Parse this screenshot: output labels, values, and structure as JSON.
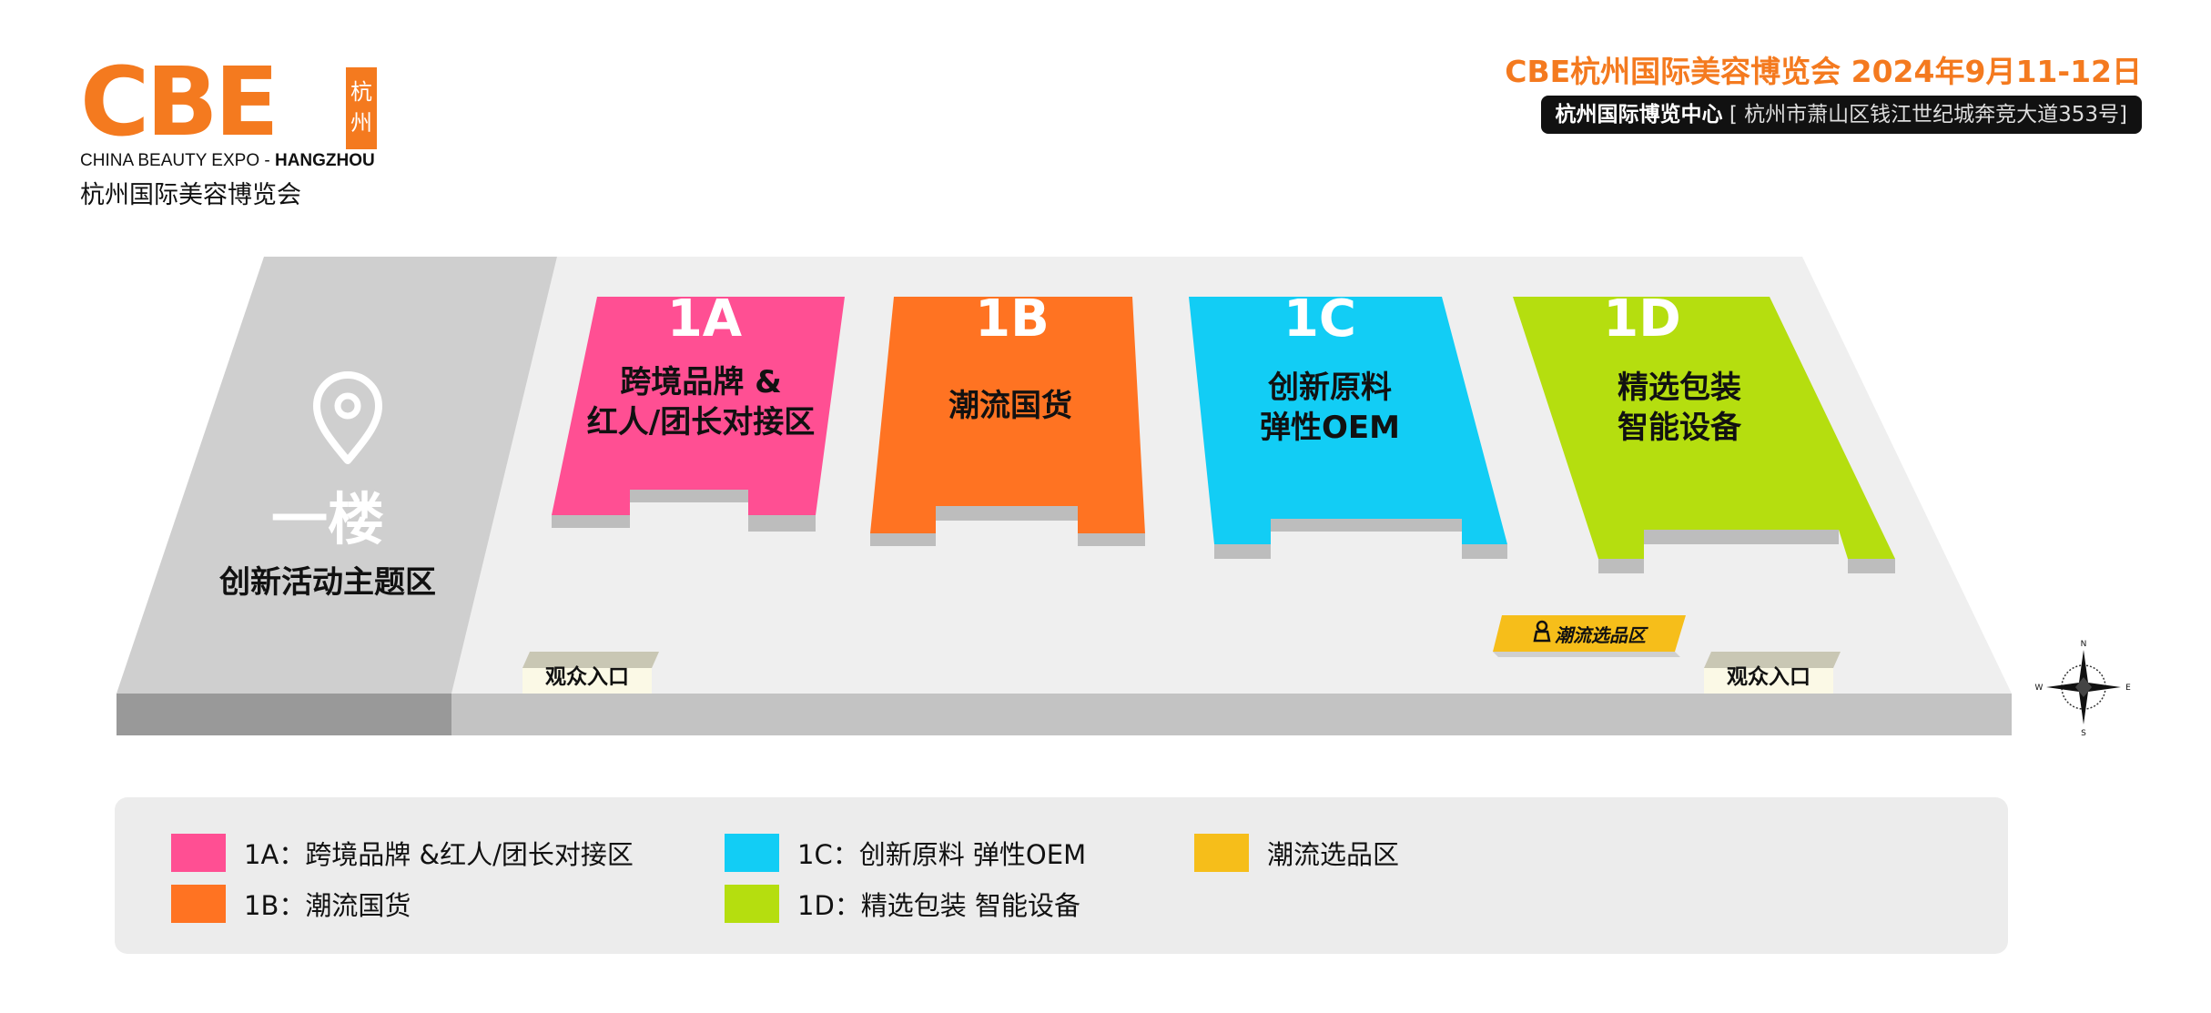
{
  "logo": {
    "mark": "CBE",
    "badge": "杭州",
    "english_prefix": "CHINA BEAUTY EXPO - ",
    "english_city": "HANGZHOU",
    "chinese_name": "杭州国际美容博览会"
  },
  "event": {
    "title": "CBE杭州国际美容博览会 2024年9月11-12日",
    "venue_name": "杭州国际博览中心",
    "venue_address": "[ 杭州市萧山区钱江世纪城奔竞大道353号]"
  },
  "floor": {
    "name": "一楼",
    "theme": "创新活动主题区"
  },
  "halls": [
    {
      "code": "1A",
      "line1": "跨境品牌 &",
      "line2": "红人/团长对接区",
      "color": "#ff4f93"
    },
    {
      "code": "1B",
      "line1": "潮流国货",
      "line2": "",
      "color": "#ff7322"
    },
    {
      "code": "1C",
      "line1": "创新原料",
      "line2": "弹性OEM",
      "color": "#12cdf5"
    },
    {
      "code": "1D",
      "line1": "精选包装",
      "line2": "智能设备",
      "color": "#b5de0f"
    }
  ],
  "entrances": [
    "观众入口",
    "观众入口"
  ],
  "trend_zone": {
    "label": "潮流选品区",
    "color": "#f6be1a"
  },
  "compass": {
    "north": "N",
    "south": "S",
    "east": "E",
    "west": "W"
  },
  "legend": [
    {
      "text": "1A：跨境品牌 &红人/团长对接区",
      "color": "#ff4f93"
    },
    {
      "text": "1B：潮流国货",
      "color": "#ff7322"
    },
    {
      "text": "1C：创新原料 弹性OEM",
      "color": "#12cdf5"
    },
    {
      "text": "1D：精选包装 智能设备",
      "color": "#b5de0f"
    },
    {
      "text": "潮流选品区",
      "color": "#f6be1a"
    }
  ]
}
